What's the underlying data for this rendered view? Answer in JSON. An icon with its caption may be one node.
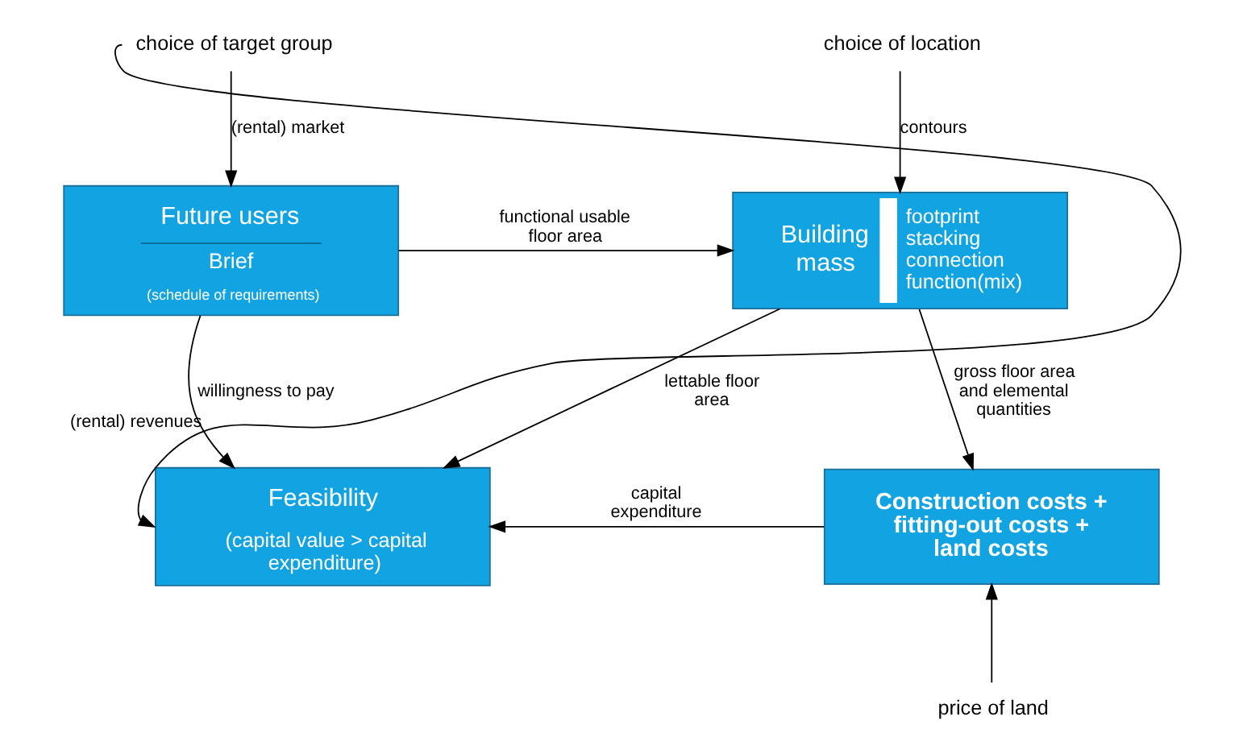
{
  "diagram": {
    "nodes": [
      {
        "text": [
          "choice of target group"
        ]
      },
      {
        "text": [
          "Future users",
          "Brief",
          "(schedule of requirements)"
        ]
      },
      {
        "text": [
          "choice of location"
        ]
      },
      {
        "text": [
          "Building mass",
          "footprint",
          "stacking",
          "connection",
          "function(mix)"
        ]
      },
      {
        "text": [
          "Feasibility",
          "(capital value > capital expenditure)"
        ]
      },
      {
        "text": [
          "Construction costs + fitting-out costs + land costs"
        ]
      },
      {
        "text": [
          "price of land"
        ]
      }
    ],
    "edges": [
      {
        "from": 0,
        "to": 1,
        "arrow": "to",
        "label": "(rental) market"
      },
      {
        "from": 2,
        "to": 3,
        "arrow": "to",
        "label": "contours"
      },
      {
        "from": 1,
        "to": 3,
        "arrow": "to",
        "label": "functional usable floor area"
      },
      {
        "from": 1,
        "to": 4,
        "arrow": "to",
        "label": "willingness to pay"
      },
      {
        "from": 3,
        "to": 4,
        "arrow": "to",
        "label": "lettable floor area"
      },
      {
        "from": 3,
        "to": 5,
        "arrow": "to",
        "label": "gross floor area and elemental quantities"
      },
      {
        "from": 5,
        "to": 4,
        "arrow": "to",
        "label": "capital expenditure"
      },
      {
        "from": 0,
        "to": 4,
        "arrow": "to",
        "label": "(rental) revenues"
      },
      {
        "from": 6,
        "to": 5,
        "arrow": "to"
      }
    ]
  }
}
